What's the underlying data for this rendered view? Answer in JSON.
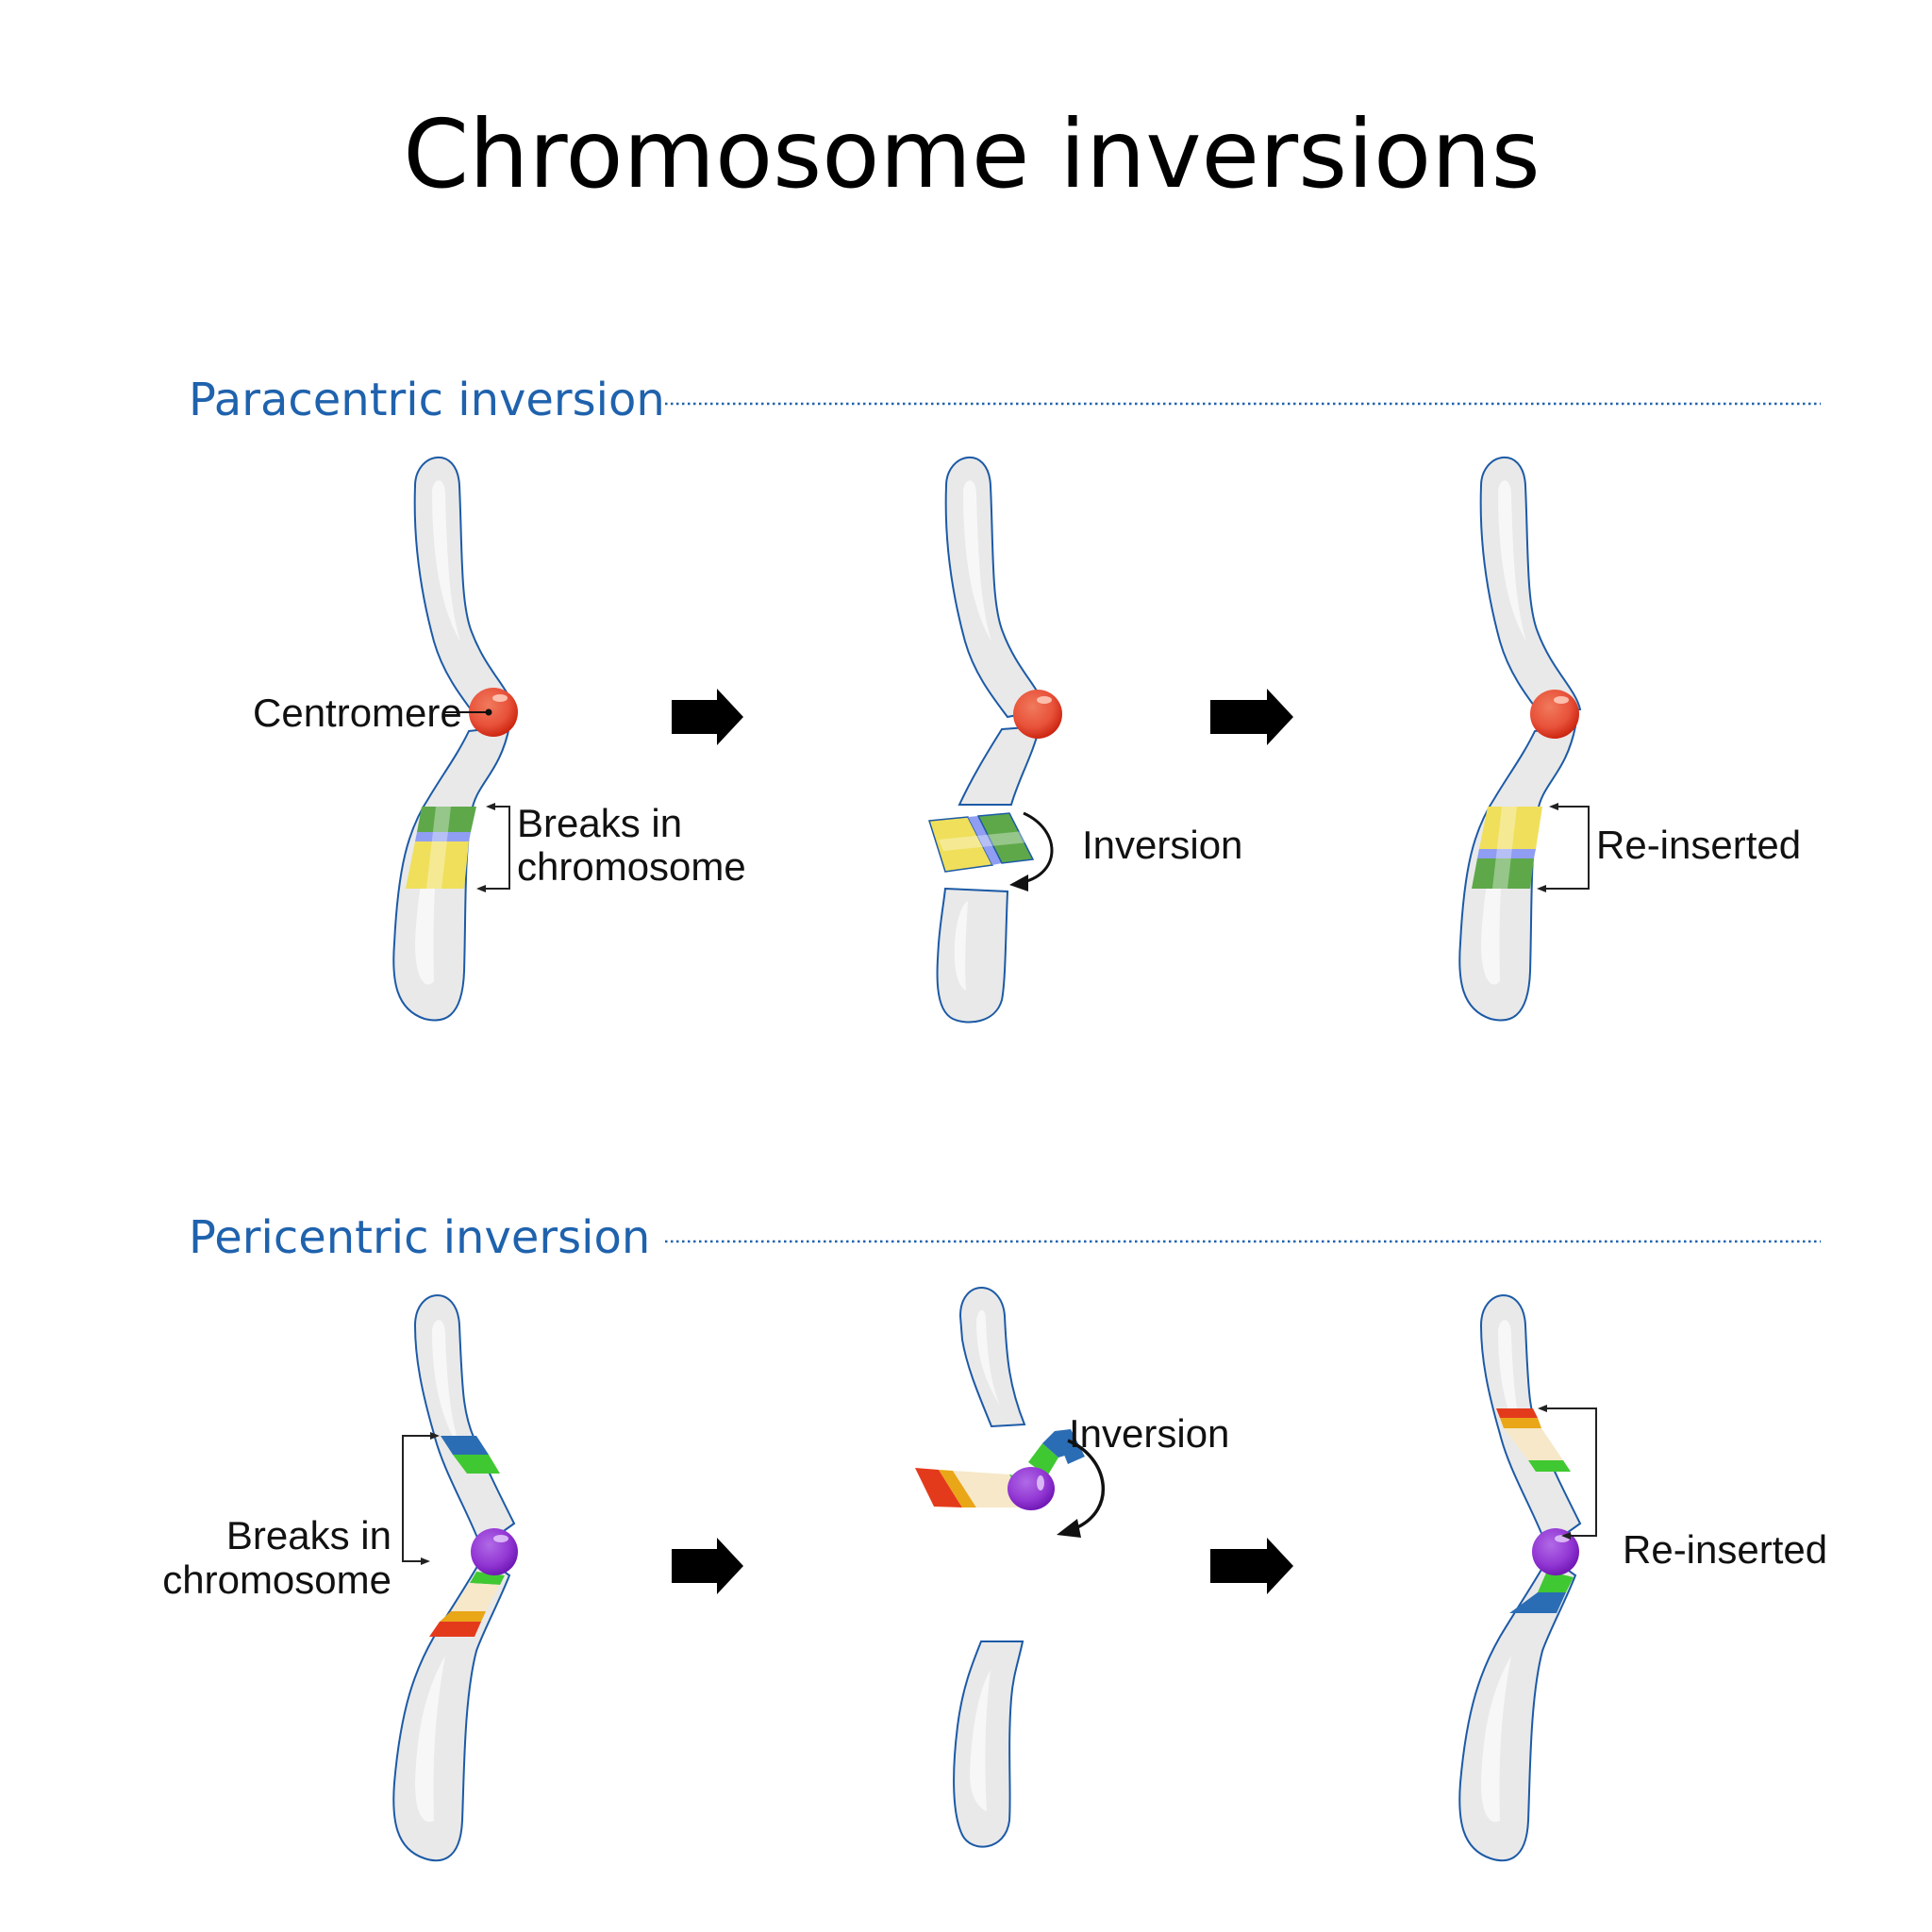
{
  "title": "Chromosome inversions",
  "sections": [
    {
      "heading": "Paracentric inversion",
      "centromere_color": "#e8523a",
      "labels": {
        "centromere": "Centromere",
        "breaks_line1": "Breaks in",
        "breaks_line2": "chromosome",
        "inversion": "Inversion",
        "reinserted": "Re-inserted"
      },
      "band_colors": [
        "#7cbf5e",
        "#9ea9f5",
        "#f2e27a"
      ]
    },
    {
      "heading": "Pericentric inversion",
      "centromere_color": "#9b3fd6",
      "labels": {
        "breaks_line1": "Breaks in",
        "breaks_line2": "chromosome",
        "inversion": "Inversion",
        "reinserted": "Re-inserted"
      },
      "band_colors": [
        "#2a6db5",
        "#40c832",
        "#f6e8c8",
        "#e9a617",
        "#e43a1c"
      ]
    }
  ],
  "colors": {
    "heading": "#1f62ad",
    "outline": "#1c5aa6",
    "chromosome": "#e9e9e9"
  }
}
